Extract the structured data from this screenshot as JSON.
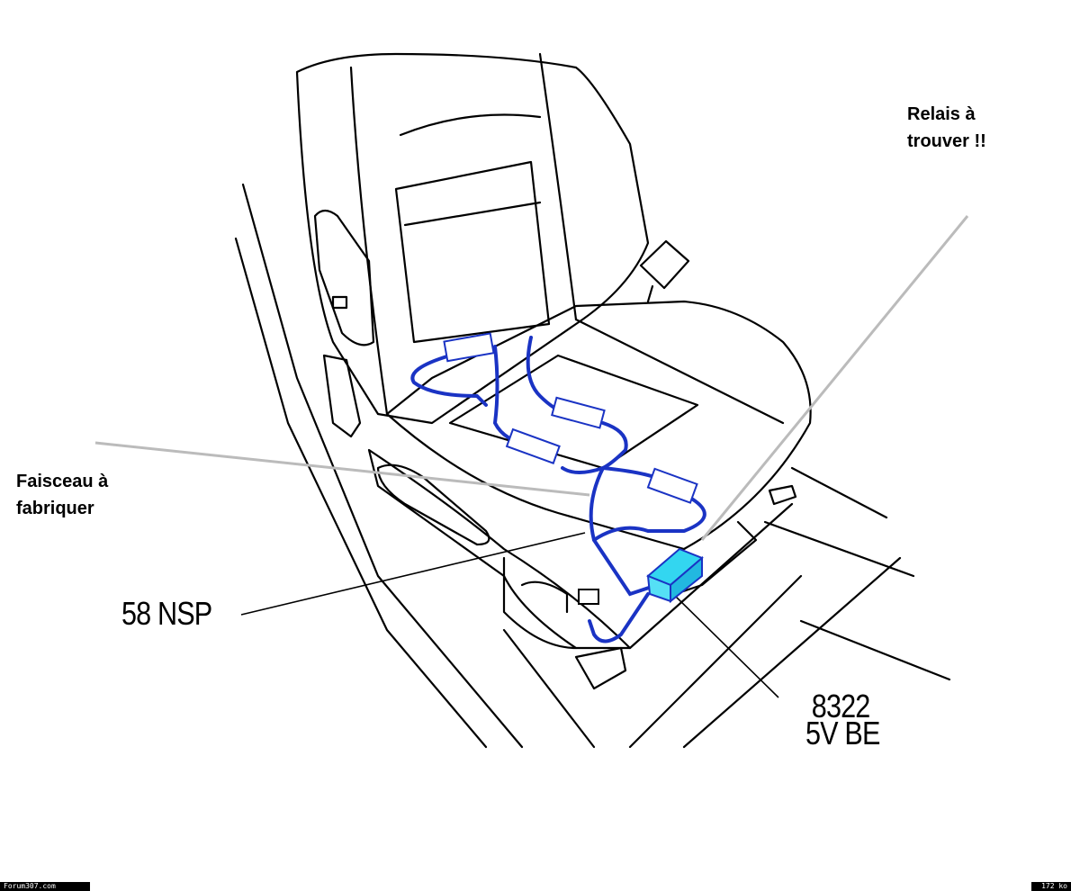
{
  "labels": {
    "relay": [
      "Relais à",
      "trouver !!"
    ],
    "harness": [
      "Faisceau à",
      "fabriquer"
    ],
    "part_58": "58 NSP",
    "part_8322": [
      "8322",
      "5V BE"
    ]
  },
  "footer": {
    "site": "Forum307.com",
    "size": "172 ko"
  },
  "colors": {
    "wire": "#1a33c4",
    "relay_box": "#33d6f0",
    "leader_gray": "#bbbbbb"
  }
}
